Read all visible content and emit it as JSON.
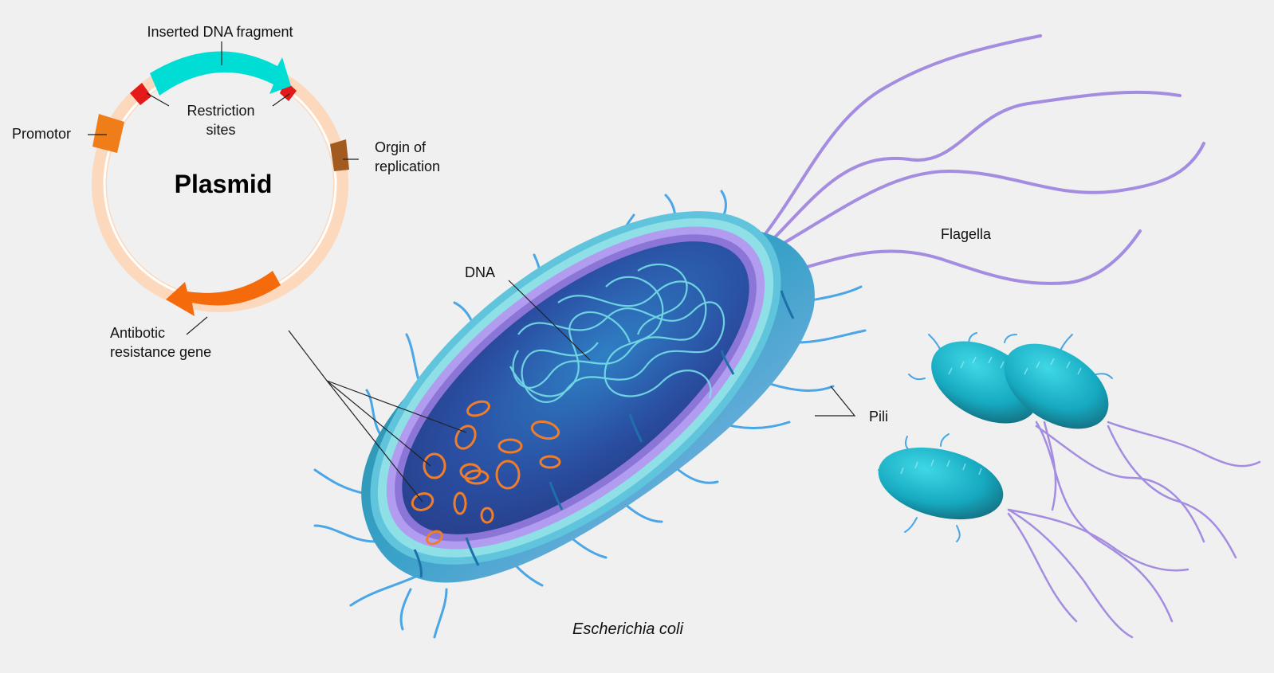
{
  "plasmid": {
    "title": "Plasmid",
    "labels": {
      "inserted_dna": "Inserted DNA fragment",
      "restriction_line1": "Restriction",
      "restriction_line2": "sites",
      "promotor": "Promotor",
      "origin_line1": "Orgin of",
      "origin_line2": "replication",
      "antibiotic_line1": "Antibotic",
      "antibiotic_line2": "resistance gene"
    },
    "colors": {
      "ring": "#fcd9bd",
      "inserted_dna": "#00ddd4",
      "restriction": "#e41a1a",
      "promotor": "#ef7d1a",
      "origin": "#a35a1e",
      "antibiotic": "#f56a0a"
    }
  },
  "bacterium": {
    "labels": {
      "dna": "DNA",
      "flagella": "Flagella",
      "pili": "Pili",
      "species": "Escherichia coli"
    },
    "colors": {
      "outer_membrane": "#5fc4dc",
      "inner_membrane": "#b29cf0",
      "cytoplasm": "#2b4da6",
      "dna_strand": "#7ae6ea",
      "plasmid_ring": "#ef7d2a",
      "flagella": "#a48ce0",
      "pili": "#4aa6e6",
      "small_bacteria": "#18b7cc"
    }
  }
}
